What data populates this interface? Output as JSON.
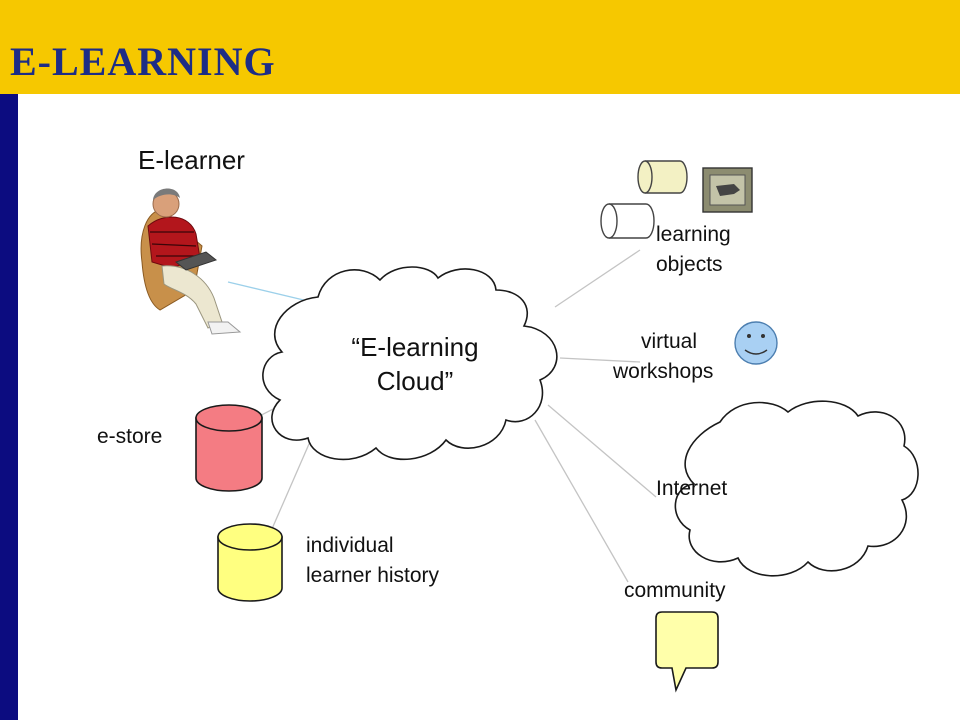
{
  "slide": {
    "title": "E-LEARNING",
    "colors": {
      "title_bar": "#f6c800",
      "title_text": "#1d2d86",
      "side_bar": "#0c0c80"
    }
  },
  "diagram": {
    "center_cloud": {
      "line1": "“E-learning",
      "line2": "Cloud”"
    },
    "learner": {
      "label": "E-learner"
    },
    "nodes": {
      "learning_objects": {
        "line1": "learning",
        "line2": "objects",
        "icon": "document-icon"
      },
      "virtual_workshops": {
        "line1": "virtual",
        "line2": "workshops",
        "icon": "smiley-icon"
      },
      "internet": {
        "label": "Internet",
        "icon": "cloud-icon"
      },
      "community": {
        "label": "community",
        "icon": "speech-bubble-icon"
      },
      "e_store": {
        "label": "e-store",
        "icon": "database-icon",
        "color": "#f47c83"
      },
      "learner_history": {
        "line1": "individual",
        "line2": "learner history",
        "icon": "database-icon",
        "color": "#ffff80"
      }
    }
  }
}
